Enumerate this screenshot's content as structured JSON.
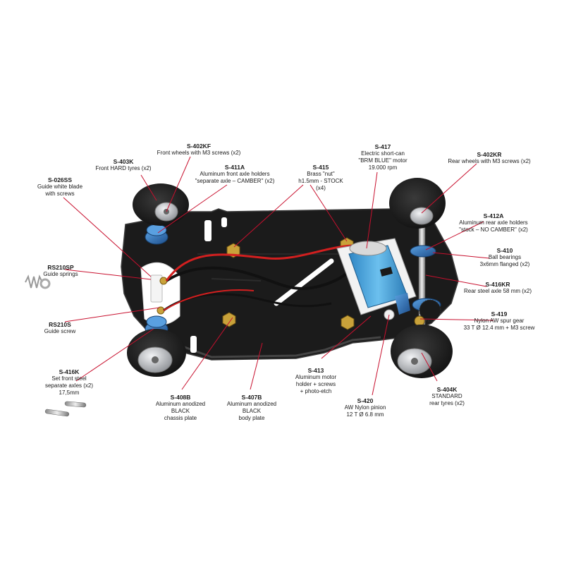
{
  "parts": [
    {
      "id": "p026ss",
      "code": "S-026SS",
      "lines": [
        "Guide white blade",
        "with screws"
      ]
    },
    {
      "id": "p403k",
      "code": "S-403K",
      "lines": [
        "Front HARD tyres (x2)"
      ]
    },
    {
      "id": "p402kf",
      "code": "S-402KF",
      "lines": [
        "Front wheels with M3 screws (x2)"
      ]
    },
    {
      "id": "p411a",
      "code": "S-411A",
      "lines": [
        "Aluminum front axle holders",
        "\"separate axle – CAMBER\" (x2)"
      ]
    },
    {
      "id": "p415",
      "code": "S-415",
      "lines": [
        "Brass \"nut\"",
        "h1.5mm - STOCK",
        "(x4)"
      ]
    },
    {
      "id": "p417",
      "code": "S-417",
      "lines": [
        "Electric short-can",
        "\"BRM BLUE\" motor",
        "19.000 rpm"
      ]
    },
    {
      "id": "p402kr",
      "code": "S-402KR",
      "lines": [
        "Rear wheels with M3 screws (x2)"
      ]
    },
    {
      "id": "p412a",
      "code": "S-412A",
      "lines": [
        "Aluminum rear axle holders",
        "\"stock – NO CAMBER\" (x2)"
      ]
    },
    {
      "id": "p410",
      "code": "S-410",
      "lines": [
        "Ball bearings",
        "3x6mm flanged (x2)"
      ]
    },
    {
      "id": "p416kr",
      "code": "S-416KR",
      "lines": [
        "Rear steel axle 58 mm (x2)"
      ]
    },
    {
      "id": "p419",
      "code": "S-419",
      "lines": [
        "Nylon AW spur gear",
        "33 T Ø 12.4 mm + M3 screw"
      ]
    },
    {
      "id": "prs210sp",
      "code": "RS210SP",
      "lines": [
        "Guide springs"
      ]
    },
    {
      "id": "prs210s",
      "code": "RS210S",
      "lines": [
        "Guide screw"
      ]
    },
    {
      "id": "p416k",
      "code": "S-416K",
      "lines": [
        "Set front steel",
        "separate axles (x2)",
        "17,5mm"
      ]
    },
    {
      "id": "p408b",
      "code": "S-408B",
      "lines": [
        "Aluminum anodized",
        "BLACK",
        "chassis plate"
      ]
    },
    {
      "id": "p407b",
      "code": "S-407B",
      "lines": [
        "Aluminum anodized",
        "BLACK",
        "body plate"
      ]
    },
    {
      "id": "p413",
      "code": "S-413",
      "lines": [
        "Aluminum motor",
        "holder + screws",
        "+ photo-etch"
      ]
    },
    {
      "id": "p420",
      "code": "S-420",
      "lines": [
        "AW Nylon pinion",
        "12 T Ø 6.8 mm"
      ]
    },
    {
      "id": "p404k",
      "code": "S-404K",
      "lines": [
        "STANDARD",
        "rear tyres (x2)"
      ]
    }
  ],
  "colors": {
    "chassis": "#1b1b1b",
    "chassis_edge": "#3a3a3a",
    "tyre": "#1e1e1e",
    "rim": "#c9ccd0",
    "anodized_blue": "#2f6fb5",
    "brass": "#c9a23a",
    "motor_blue": "#3e9ad6",
    "wire_red": "#d21f1f",
    "leader_line": "#c8102e",
    "label_text": "#1a1a1a"
  }
}
